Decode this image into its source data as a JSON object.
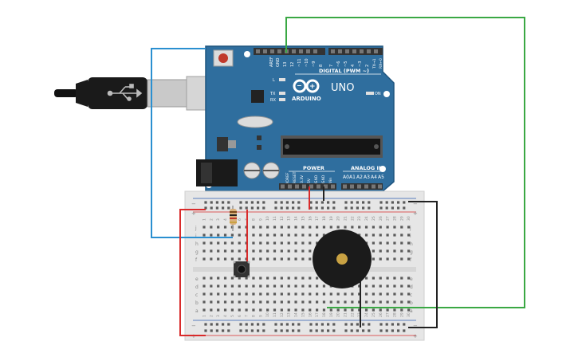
{
  "colors": {
    "board": "#2f6e9e",
    "board_edge": "#1f557f",
    "header": "#333333",
    "wire_green": "#3aa844",
    "wire_blue": "#2a8fd0",
    "wire_red": "#d92b2b",
    "wire_black": "#222222",
    "breadboard": "#e6e6e6",
    "rail_red": "#d92b2b",
    "rail_blue": "#2a5ab0",
    "buzzer": "#1b1b1b",
    "buzzer_center": "#c9a243",
    "resistor_body": "#d9b07a"
  },
  "arduino": {
    "brand": "ARDUINO",
    "model": "UNO",
    "digital_label": "DIGITAL (PWM ~)",
    "power_label": "POWER",
    "analog_label": "ANALOG IN",
    "on_label": "ON",
    "led_l": "L",
    "led_tx": "TX",
    "led_rx": "RX",
    "top_pins": [
      "AREF",
      "GND",
      "13",
      "12",
      "~11",
      "~10",
      "~9",
      "8",
      "7",
      "~6",
      "~5",
      "4",
      "~3",
      "2",
      "TX→1",
      "RX←0"
    ],
    "power_pins": [
      "IOREF",
      "RESET",
      "3.3V",
      "5V",
      "GND",
      "GND",
      "Vin"
    ],
    "analog_pins": [
      "A0",
      "A1",
      "A2",
      "A3",
      "A4",
      "A5"
    ]
  },
  "breadboard": {
    "row_letters_top": [
      "j",
      "i",
      "h",
      "g",
      "f"
    ],
    "row_letters_bottom": [
      "e",
      "d",
      "c",
      "b",
      "a"
    ],
    "rail_minus": "−",
    "rail_plus": "+",
    "columns": [
      "1",
      "2",
      "3",
      "4",
      "5",
      "6",
      "7",
      "8",
      "9",
      "10",
      "11",
      "12",
      "13",
      "14",
      "15",
      "16",
      "17",
      "18",
      "19",
      "20",
      "21",
      "22",
      "23",
      "24",
      "25",
      "26",
      "27",
      "28",
      "29",
      "30"
    ]
  },
  "icons": {
    "usb": "usb-icon",
    "arduino_logo": "infinity-logo-icon"
  }
}
